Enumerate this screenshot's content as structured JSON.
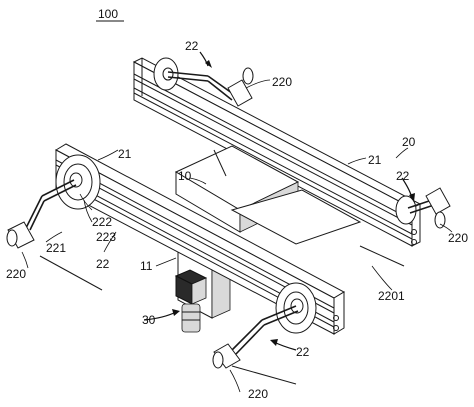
{
  "figure": {
    "labels": {
      "assembly": "100",
      "frame": "20",
      "rail_top": "21",
      "rail_front": "21",
      "drive_top": "22",
      "drive_right": "22",
      "drive_left": "22",
      "drive_bottom": "22",
      "handle_top": "220",
      "handle_right": "220",
      "handle_left": "220",
      "handle_bottom": "220",
      "belt": "2201",
      "crank_arm": "221",
      "pulley": "222",
      "hub": "223",
      "platform": "10",
      "support": "11",
      "camera": "30"
    }
  }
}
